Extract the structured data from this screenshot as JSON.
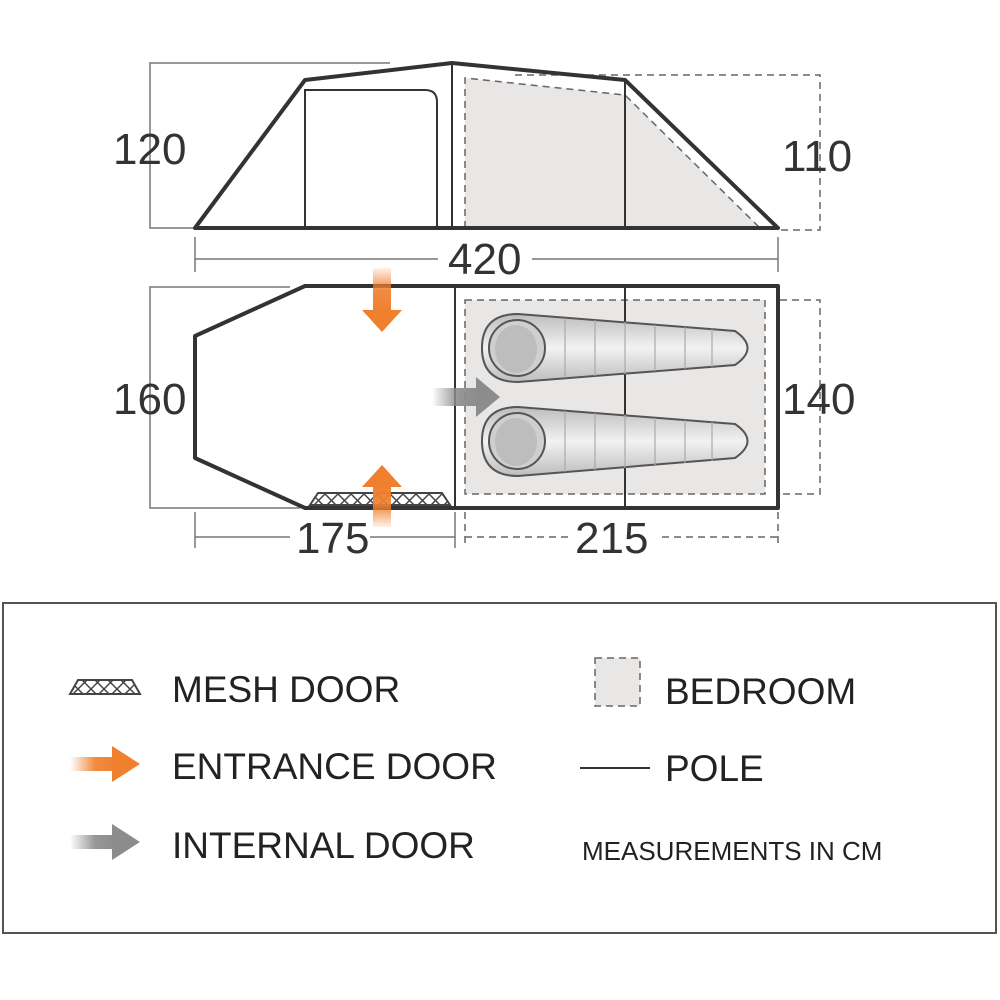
{
  "dimensions": {
    "side_height_front": "120",
    "side_height_rear": "110",
    "total_length": "420",
    "plan_width_front": "160",
    "plan_width_bedroom": "140",
    "porch_length": "175",
    "bedroom_length": "215"
  },
  "legend": {
    "mesh_door": "MESH DOOR",
    "entrance_door": "ENTRANCE DOOR",
    "internal_door": "INTERNAL DOOR",
    "bedroom": "BEDROOM",
    "pole": "POLE",
    "measurements_note": "MEASUREMENTS IN CM"
  },
  "colors": {
    "outline": "#333333",
    "bedroom_fill": "#e9e6e6",
    "entrance_arrow": "#f07f2e",
    "internal_arrow": "#8c8c8c",
    "sleeping_bag": "#d4d4d4"
  }
}
